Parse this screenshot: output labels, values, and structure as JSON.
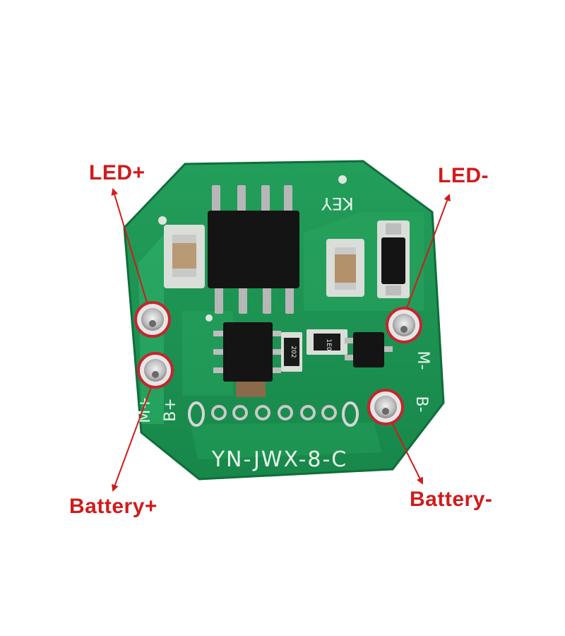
{
  "callouts": {
    "led_plus": "LED+",
    "led_minus": "LED-",
    "battery_plus": "Battery+",
    "battery_minus": "Battery-"
  },
  "board": {
    "model": "YN-JWX-8-C",
    "key_label": "KEY",
    "pad_b_plus": "B+",
    "pad_m_plus": "M+",
    "pad_b_minus": "B-",
    "pad_m_minus": "M-",
    "resistor_1": "202",
    "resistor_2": "1E0"
  },
  "colors": {
    "pcb": "#1f9a55",
    "callout": "#d01b1b"
  }
}
